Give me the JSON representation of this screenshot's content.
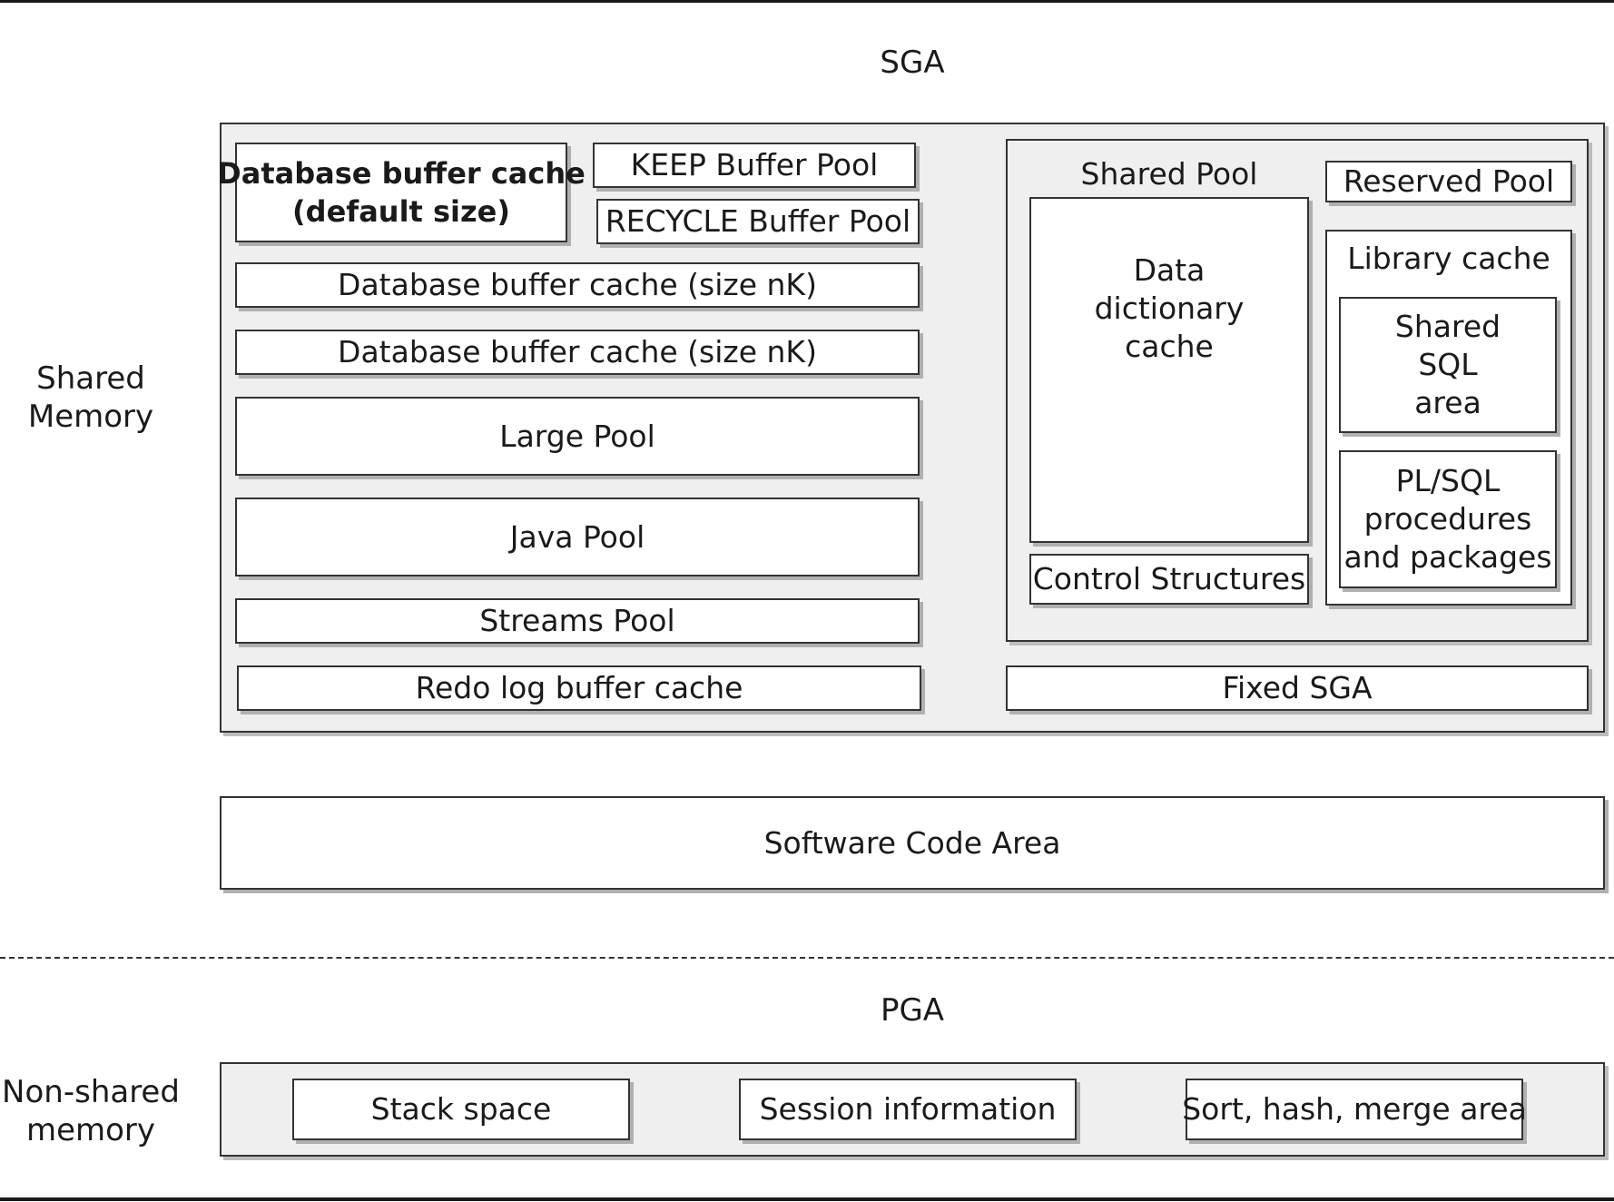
{
  "sga": {
    "title": "SGA",
    "side_label_line1": "Shared",
    "side_label_line2": "Memory",
    "default_cache_line1": "Database buffer cache",
    "default_cache_line2": "(default size)",
    "keep_pool": "KEEP Buffer Pool",
    "recycle_pool": "RECYCLE Buffer Pool",
    "nk_cache_1": "Database buffer cache (size nK)",
    "nk_cache_2": "Database buffer cache (size nK)",
    "large_pool": "Large Pool",
    "java_pool": "Java Pool",
    "streams_pool": "Streams Pool",
    "redo_log": "Redo log buffer cache",
    "fixed_sga": "Fixed SGA",
    "shared_pool": {
      "title": "Shared Pool",
      "reserved_pool": "Reserved Pool",
      "data_dictionary_line1": "Data",
      "data_dictionary_line2": "dictionary",
      "data_dictionary_line3": "cache",
      "control_structures": "Control Structures",
      "library_cache": {
        "title": "Library cache",
        "shared_sql_line1": "Shared",
        "shared_sql_line2": "SQL",
        "shared_sql_line3": "area",
        "plsql_line1": "PL/SQL",
        "plsql_line2": "procedures",
        "plsql_line3": "and packages"
      }
    }
  },
  "software_code_area": "Software Code Area",
  "pga": {
    "title": "PGA",
    "side_label_line1": "Non-shared",
    "side_label_line2": "memory",
    "stack_space": "Stack space",
    "session_information": "Session information",
    "sort_area": "Sort, hash, merge area"
  }
}
